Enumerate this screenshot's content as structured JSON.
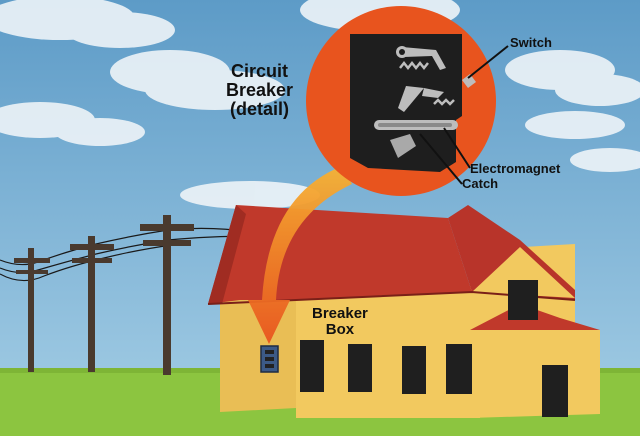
{
  "title": {
    "line1": "Circuit",
    "line2": "Breaker",
    "line3": "(detail)"
  },
  "labels": {
    "switch": "Switch",
    "electromagnet": "Electromagnet",
    "catch": "Catch",
    "breaker_box_line1": "Breaker",
    "breaker_box_line2": "Box"
  },
  "colors": {
    "sky": "#6fa8cf",
    "grass": "#8cc540",
    "roof": "#c0392b",
    "wall": "#f0c75e",
    "circle": "#e8541e",
    "arrow": "#f59a1c",
    "breaker_body": "#1e1e1e"
  }
}
